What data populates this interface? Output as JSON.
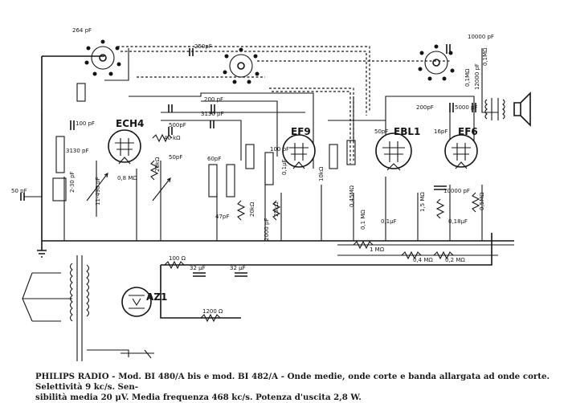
{
  "tubes": [
    {
      "id": "ech4",
      "label": "ECH4"
    },
    {
      "id": "ef9",
      "label": "EF9"
    },
    {
      "id": "ebl1",
      "label": "EBL1"
    },
    {
      "id": "ef6",
      "label": "EF6"
    },
    {
      "id": "az1",
      "label": "AZ1"
    }
  ],
  "components": [
    "264 pF",
    "250pF",
    "10000 pF",
    "0,1MΩ",
    "0,1MΩ",
    "12000 pF",
    "200 pF",
    "3130 pF",
    "500pF",
    "200pF",
    "5000 pF",
    "100 pF",
    "3130 pF",
    "40 kΩ",
    "50pF",
    "0,8 MΩ",
    "20kΩ",
    "16pF",
    "50pF",
    "2-30 pF",
    "11-490 pF",
    "50 pF",
    "60pF",
    "47pF",
    "20kΩ",
    "25kΩ",
    "0,1μF",
    "2000 pF",
    "10kΩ",
    "100 pF",
    "0,45MΩ",
    "0,1 MΩ",
    "10000 pF",
    "0,1μF",
    "1,5 MΩ",
    "0,5MΩ",
    "0,18μF",
    "1 MΩ",
    "0,4 MΩ",
    "0,2 MΩ",
    "100 Ω",
    "32 μF",
    "32 μF",
    "1200 Ω"
  ],
  "caption": {
    "line1": "PHILIPS RADIO - Mod. BI 480/A bis e mod. BI 482/A - Onde medie, onde corte e banda allargata ad onde corte. Selettività 9 kc/s. Sen-",
    "line2": "sibilità media 20 μV. Media frequenza 468 kc/s. Potenza d'uscita 2,8 W."
  }
}
